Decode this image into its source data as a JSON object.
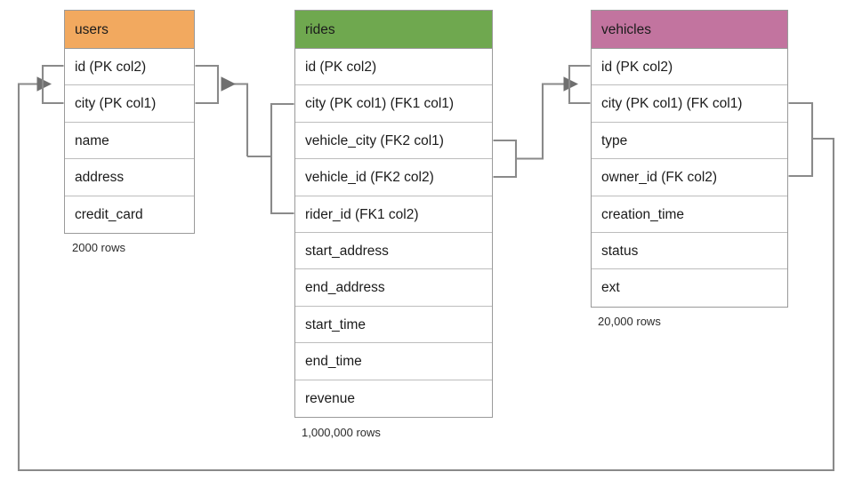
{
  "diagram": {
    "type": "entity-relationship-diagram",
    "title": "",
    "palette": {
      "users_header": "#f2a95f",
      "rides_header": "#6fa84f",
      "vehicles_header": "#c2749f",
      "border": "#9a9a9a",
      "row_divider": "#bdbdbd",
      "connector": "#7f7f7f",
      "text": "#1b1b1b"
    },
    "tables": [
      {
        "id": "users",
        "name": "users",
        "header_color": "#f2a95f",
        "row_count_label": "2000 rows",
        "columns": [
          {
            "label": "id (PK col2)"
          },
          {
            "label": "city (PK col1)"
          },
          {
            "label": "name"
          },
          {
            "label": "address"
          },
          {
            "label": "credit_card"
          }
        ]
      },
      {
        "id": "rides",
        "name": "rides",
        "header_color": "#6fa84f",
        "row_count_label": "1,000,000 rows",
        "columns": [
          {
            "label": "id (PK col2)"
          },
          {
            "label": "city (PK col1) (FK1 col1)"
          },
          {
            "label": "vehicle_city (FK2 col1)"
          },
          {
            "label": "vehicle_id (FK2 col2)"
          },
          {
            "label": "rider_id (FK1 col2)"
          },
          {
            "label": "start_address"
          },
          {
            "label": "end_address"
          },
          {
            "label": "start_time"
          },
          {
            "label": "end_time"
          },
          {
            "label": "revenue"
          }
        ]
      },
      {
        "id": "vehicles",
        "name": "vehicles",
        "header_color": "#c2749f",
        "row_count_label": "20,000 rows",
        "columns": [
          {
            "label": "id (PK col2)"
          },
          {
            "label": "city (PK col1) (FK col1)"
          },
          {
            "label": "type"
          },
          {
            "label": "owner_id (FK col2)"
          },
          {
            "label": "creation_time"
          },
          {
            "label": "status"
          },
          {
            "label": "ext"
          }
        ]
      }
    ],
    "relationships": [
      {
        "id": "rides-rider-to-users",
        "from_table": "rides",
        "from_columns": [
          "city (PK col1) (FK1 col1)",
          "rider_id (FK1 col2)"
        ],
        "to_table": "users",
        "to_columns": [
          "id (PK col2)",
          "city (PK col1)"
        ],
        "arrow_direction": "left"
      },
      {
        "id": "rides-vehicle-to-vehicles",
        "from_table": "rides",
        "from_columns": [
          "vehicle_city (FK2 col1)",
          "vehicle_id (FK2 col2)"
        ],
        "to_table": "vehicles",
        "to_columns": [
          "id (PK col2)",
          "city (PK col1) (FK col1)"
        ],
        "arrow_direction": "right"
      },
      {
        "id": "vehicles-owner-to-users",
        "from_table": "vehicles",
        "from_columns": [
          "city (PK col1) (FK col1)",
          "owner_id (FK col2)"
        ],
        "to_table": "users",
        "to_columns": [
          "id (PK col2)",
          "city (PK col1)"
        ],
        "arrow_direction": "right",
        "routing": "around-bottom"
      }
    ]
  }
}
